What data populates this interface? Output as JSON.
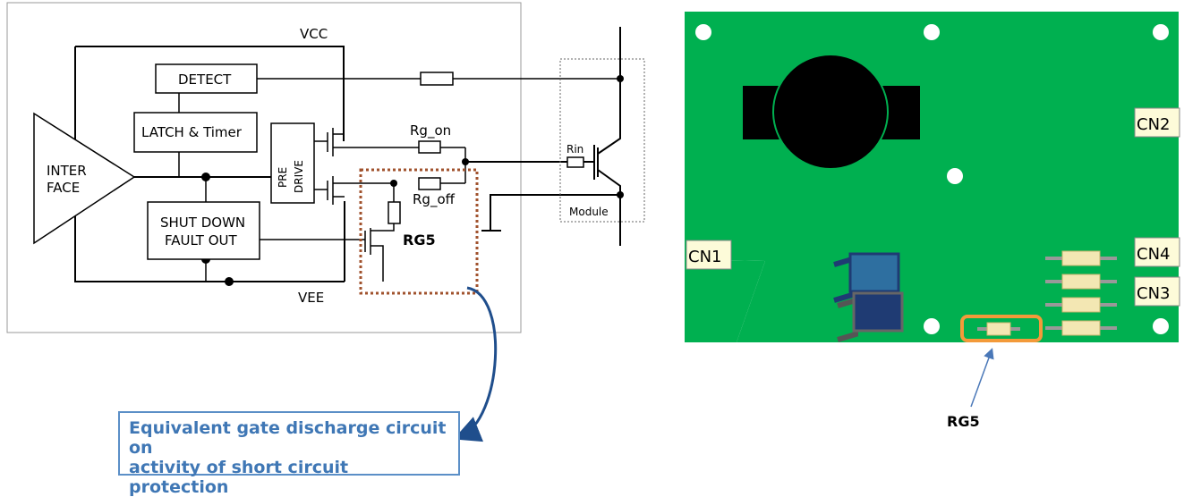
{
  "schematic": {
    "vcc": "VCC",
    "vee": "VEE",
    "interface_l1": "INTER",
    "interface_l2": "FACE",
    "detect": "DETECT",
    "latch": "LATCH & Timer",
    "shutdown_l1": "SHUT DOWN",
    "shutdown_l2": "FAULT OUT",
    "predrive_l1": "PRE",
    "predrive_l2": "DRIVE",
    "rg_on": "Rg_on",
    "rg_off": "Rg_off",
    "rin": "Rin",
    "module": "Module",
    "rg5": "RG5"
  },
  "board": {
    "connectors": [
      "CN1",
      "CN2",
      "CN3",
      "CN4"
    ],
    "rg5_callout": "RG5",
    "board_color": "#00b050",
    "highlight_color": "#f39a3a"
  },
  "note": {
    "text_l1": "Equivalent gate discharge circuit on",
    "text_l2": "activity of short circuit protection",
    "color": "#3f77b5"
  }
}
